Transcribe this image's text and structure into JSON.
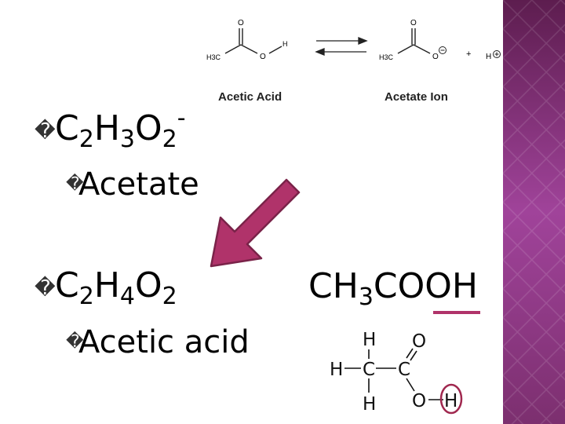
{
  "reaction": {
    "acetic_caption": "Acetic Acid",
    "acetate_caption": "Acetate Ion",
    "plus": "+",
    "hydrogen": "H",
    "h3c": "H3C",
    "atom_o": "O",
    "atom_h": "H"
  },
  "items": [
    {
      "bullet": "�",
      "formula_prefix": "C",
      "s1": "2",
      "m1": "H",
      "s2": "3",
      "m2": "O",
      "s3": "2",
      "charge": "-",
      "sub_bullet": "�",
      "name": "Acetate"
    },
    {
      "bullet": "�",
      "formula_prefix": "C",
      "s1": "2",
      "m1": "H",
      "s2": "4",
      "m2": "O",
      "s3": "2",
      "charge": "",
      "sub_bullet": "�",
      "name": "Acetic acid"
    }
  ],
  "condensed": {
    "pre": "CH",
    "sub": "3",
    "post": "COOH"
  },
  "structure": {
    "c": "C",
    "h": "H",
    "o": "O"
  },
  "colors": {
    "arrow": "#b0336a",
    "arrow_stroke": "#7a2349",
    "underline": "#b0336a",
    "circle": "#a0284f",
    "sidebar_top": "#5d1d4f",
    "sidebar_mid": "#a0439a"
  }
}
